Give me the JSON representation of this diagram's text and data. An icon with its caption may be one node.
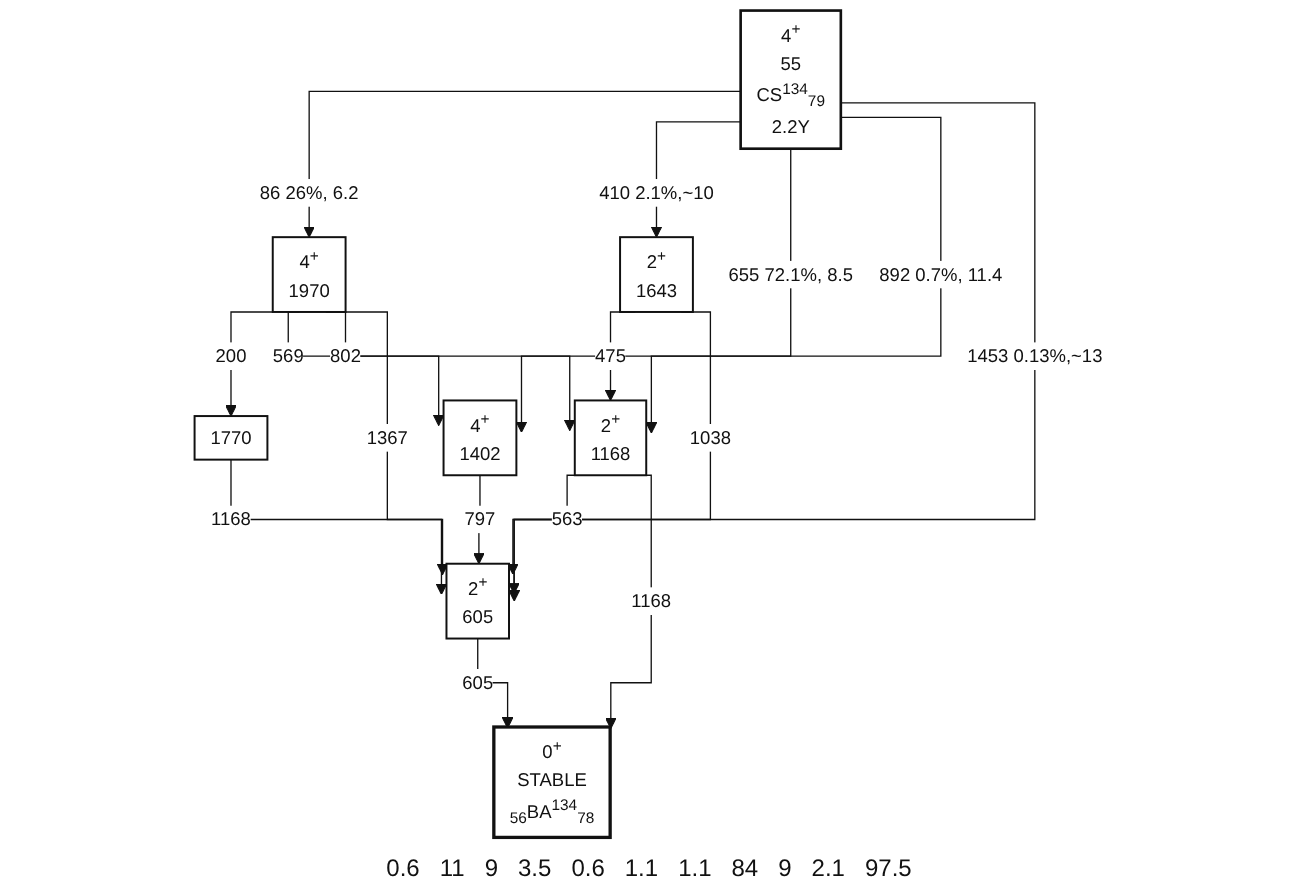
{
  "diagram": {
    "nodes": [
      {
        "text": [
          "4$^{+}$",
          "55",
          "CS$^{134}$$_{79}$",
          "2.2Y"
        ]
      },
      {
        "text": [
          "4$^{+}$",
          "1970"
        ]
      },
      {
        "text": [
          "1770"
        ]
      },
      {
        "text": [
          "2$^{+}$",
          "1643"
        ]
      },
      {
        "text": [
          "4$^{+}$",
          "1402"
        ]
      },
      {
        "text": [
          "2$^{+}$",
          "1168"
        ]
      },
      {
        "text": [
          "2$^{+}$",
          "605"
        ]
      },
      {
        "text": [
          "0$^{+}$",
          "STABLE",
          "$_{56}$BA$^{134}$$_{78}$"
        ]
      }
    ],
    "edges": [
      {
        "from": 0,
        "to": 1,
        "arrow": "to",
        "label": "86 26%, 6.2"
      },
      {
        "from": 0,
        "to": 3,
        "arrow": "to",
        "label": "410 2.1%,~10"
      },
      {
        "from": 0,
        "to": 4,
        "arrow": "to",
        "label": "655 72.1%, 8.5"
      },
      {
        "from": 0,
        "to": 5,
        "arrow": "to",
        "label": "892 0.7%, 11.4"
      },
      {
        "from": 0,
        "to": 6,
        "arrow": "to",
        "label": "1453 0.13%,~13"
      },
      {
        "from": 1,
        "to": 2,
        "arrow": "to",
        "label": "200"
      },
      {
        "from": 1,
        "to": 4,
        "arrow": "to",
        "label": "569"
      },
      {
        "from": 1,
        "to": 5,
        "arrow": "to",
        "label": "802"
      },
      {
        "from": 1,
        "to": 6,
        "arrow": "to",
        "label": "1367"
      },
      {
        "from": 2,
        "to": 6,
        "arrow": "to",
        "label": "1168"
      },
      {
        "from": 3,
        "to": 5,
        "arrow": "to",
        "label": "475"
      },
      {
        "from": 3,
        "to": 6,
        "arrow": "to",
        "label": "1038"
      },
      {
        "from": 4,
        "to": 6,
        "arrow": "to",
        "label": "797"
      },
      {
        "from": 5,
        "to": 6,
        "arrow": "to",
        "label": "563"
      },
      {
        "from": 5,
        "to": 7,
        "arrow": "to",
        "label": "1168"
      },
      {
        "from": 6,
        "to": 7,
        "arrow": "to",
        "label": "605"
      }
    ],
    "labels": [
      "0.6",
      "11",
      "9",
      "3.5",
      "0.6",
      "1.1",
      "1.1",
      "84",
      "9",
      "2.1",
      "97.5"
    ]
  }
}
